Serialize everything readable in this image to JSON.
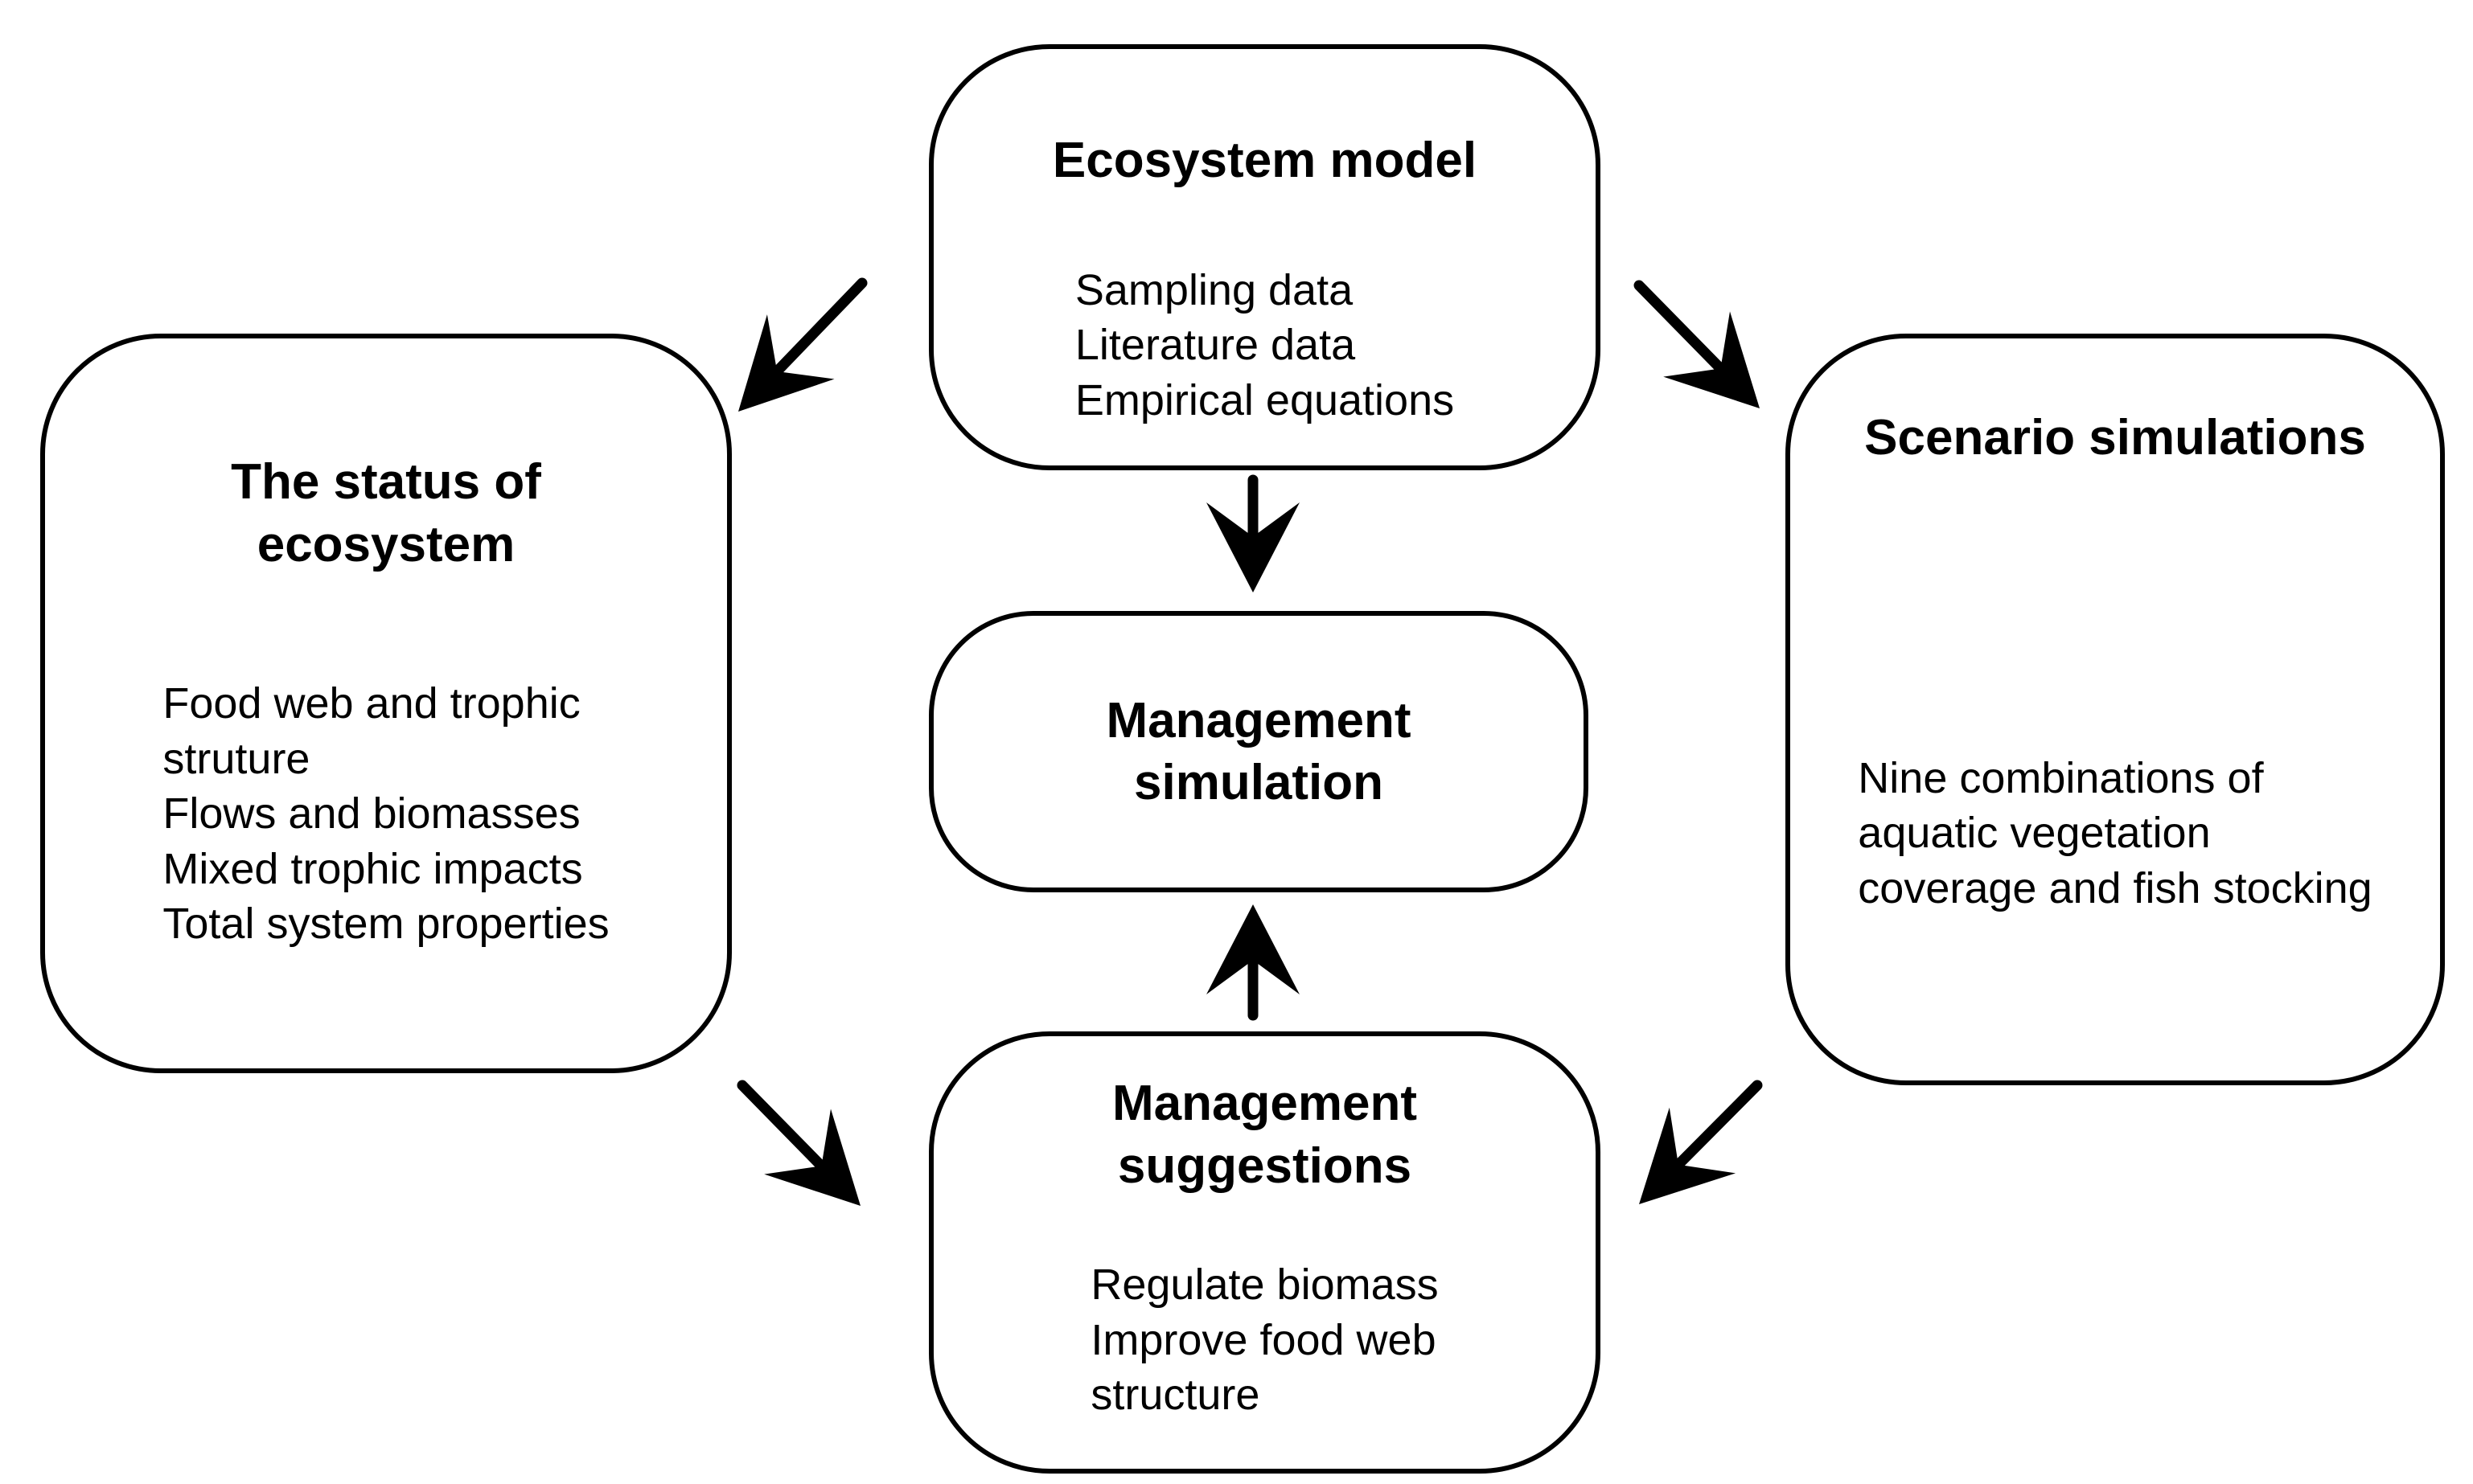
{
  "diagram": {
    "nodes": {
      "ecosystem_model": {
        "title": "Ecosystem model",
        "body": "Sampling data\nLiterature data\nEmpirical equations"
      },
      "status_of_ecosystem": {
        "title": "The status of\necosystem",
        "body": "Food web and trophic\nstruture\nFlows and biomasses\nMixed trophic impacts\nTotal system properties"
      },
      "scenario_simulations": {
        "title": "Scenario simulations",
        "body": "Nine combinations of\naquatic vegetation\ncoverage and fish stocking"
      },
      "management_simulation": {
        "title": "Management\nsimulation",
        "body": ""
      },
      "management_suggestions": {
        "title": "Management\nsuggestions",
        "body": "Regulate biomass\nImprove food web\nstructure"
      }
    },
    "edges": [
      {
        "from": "ecosystem_model",
        "to": "status_of_ecosystem"
      },
      {
        "from": "ecosystem_model",
        "to": "scenario_simulations"
      },
      {
        "from": "ecosystem_model",
        "to": "management_simulation"
      },
      {
        "from": "management_suggestions",
        "to": "management_simulation"
      },
      {
        "from": "status_of_ecosystem",
        "to": "management_suggestions"
      },
      {
        "from": "scenario_simulations",
        "to": "management_suggestions"
      }
    ],
    "colors": {
      "ink": "#000000",
      "background": "#ffffff"
    }
  }
}
